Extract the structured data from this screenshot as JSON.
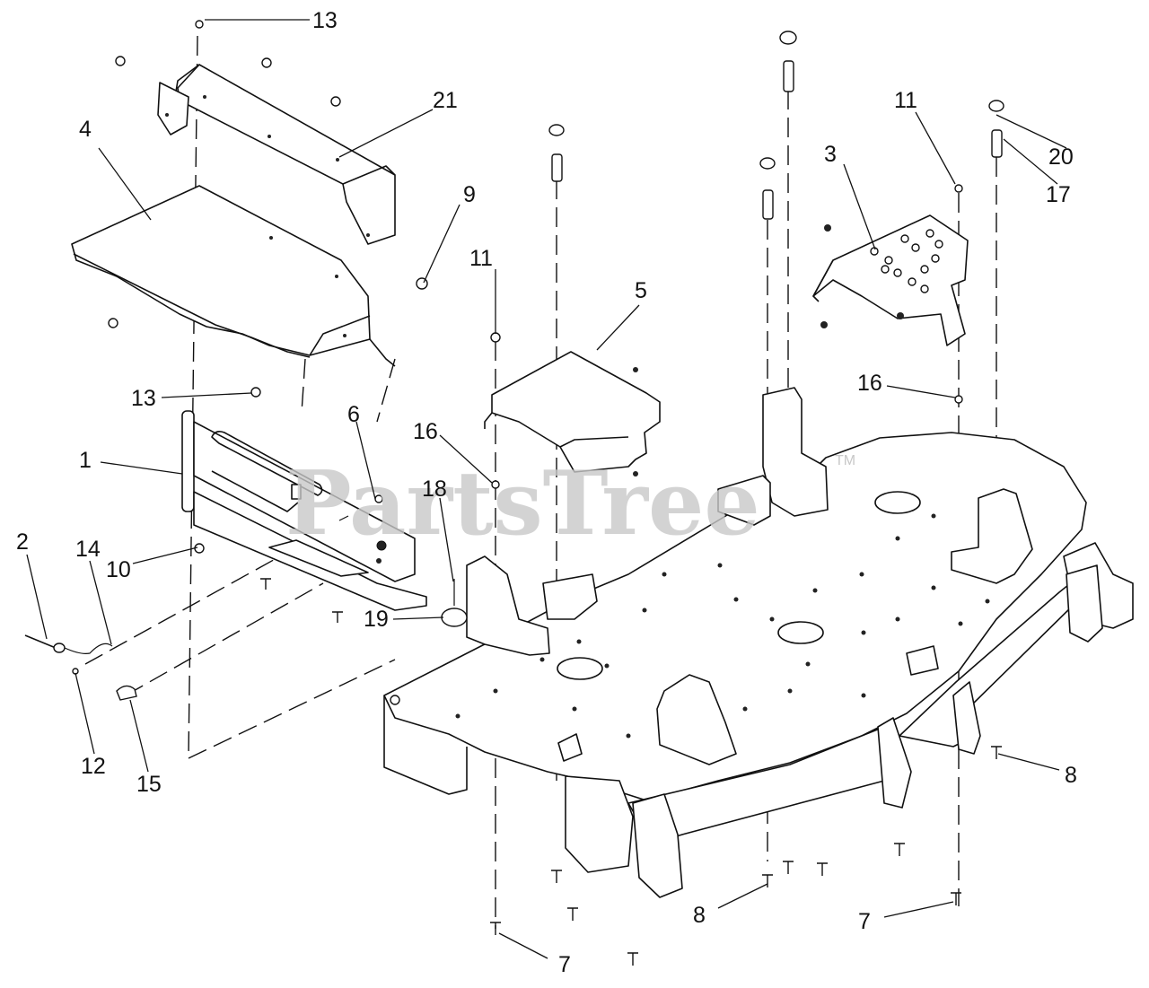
{
  "watermark": {
    "text": "PartsTree",
    "trademark": "TM"
  },
  "callouts": {
    "c1": "1",
    "c2": "2",
    "c3": "3",
    "c4": "4",
    "c5": "5",
    "c6": "6",
    "c7a": "7",
    "c7b": "7",
    "c8a": "8",
    "c8b": "8",
    "c9": "9",
    "c10": "10",
    "c11a": "11",
    "c11b": "11",
    "c12": "12",
    "c13a": "13",
    "c13b": "13",
    "c14": "14",
    "c15": "15",
    "c16a": "16",
    "c16b": "16",
    "c17": "17",
    "c18": "18",
    "c19": "19",
    "c20": "20",
    "c21": "21"
  }
}
